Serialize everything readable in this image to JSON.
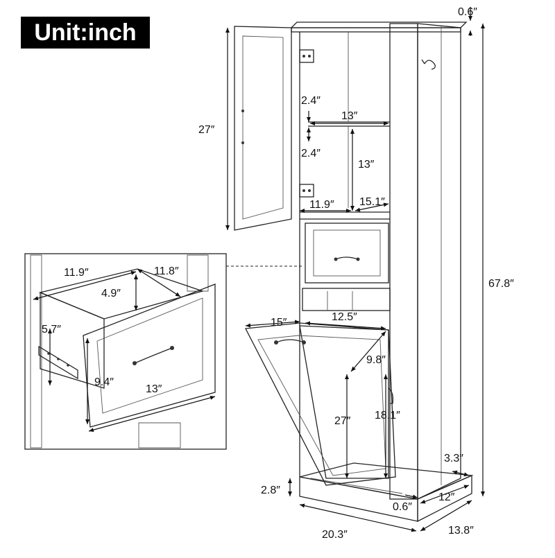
{
  "unit_label": "Unit:inch",
  "dimensions": {
    "top_thickness": "0.6″",
    "door_height": "27″",
    "shelf_gap_top": "2.4″",
    "shelf_gap_bottom": "2.4″",
    "inner_width": "13″",
    "inner_height": "13″",
    "inner_depth": "11.9″",
    "inner_width_full": "15.1″",
    "total_height": "67.8″",
    "drawer_depth_outer": "11.9″",
    "drawer_depth_inner": "11.8″",
    "drawer_inner_height": "4.9″",
    "drawer_side_height": "5.7″",
    "drawer_front_height": "9.4″",
    "drawer_front_width": "13″",
    "hamper_width": "15″",
    "hamper_inner_width": "12.5″",
    "hamper_depth": "9.8″",
    "hamper_height": "27″",
    "hamper_inner_height": "18.1″",
    "base_height": "2.8″",
    "base_inset": "0.6″",
    "side_inset": "3.3″",
    "base_depth": "12″",
    "total_width": "20.3″",
    "total_depth": "13.8″"
  }
}
